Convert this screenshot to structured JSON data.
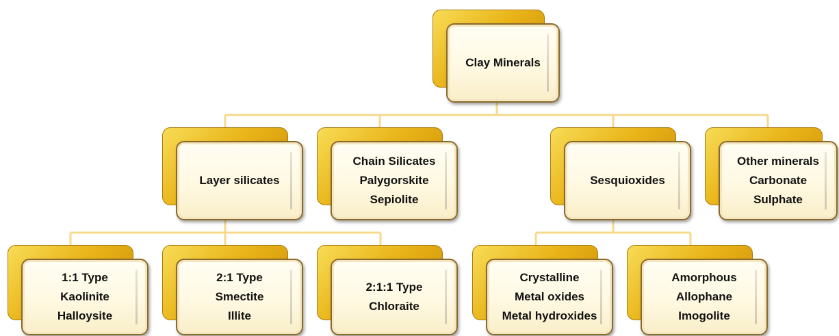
{
  "root": {
    "lines": [
      "Clay Minerals"
    ]
  },
  "level1": [
    {
      "lines": [
        "Layer silicates"
      ]
    },
    {
      "lines": [
        "Chain Silicates",
        "Palygorskite",
        "Sepiolite"
      ]
    },
    {
      "lines": [
        "Sesquioxides"
      ]
    },
    {
      "lines": [
        "Other minerals",
        "Carbonate",
        "Sulphate"
      ]
    }
  ],
  "layer_children": [
    {
      "lines": [
        "1:1 Type",
        "Kaolinite",
        "Halloysite"
      ]
    },
    {
      "lines": [
        "2:1 Type",
        "Smectite",
        "Illite"
      ]
    },
    {
      "lines": [
        "2:1:1 Type",
        "Chloraite"
      ]
    }
  ],
  "sesquioxide_children": [
    {
      "lines": [
        "Crystalline",
        "Metal oxides",
        "Metal hydroxides"
      ]
    },
    {
      "lines": [
        "Amorphous",
        "Allophane",
        "Imogolite"
      ]
    }
  ],
  "colors": {
    "box_gold": "#e9b418",
    "box_cream": "#fff9e2",
    "box_border": "#8a6a2c",
    "connector": "#f6d98a"
  }
}
